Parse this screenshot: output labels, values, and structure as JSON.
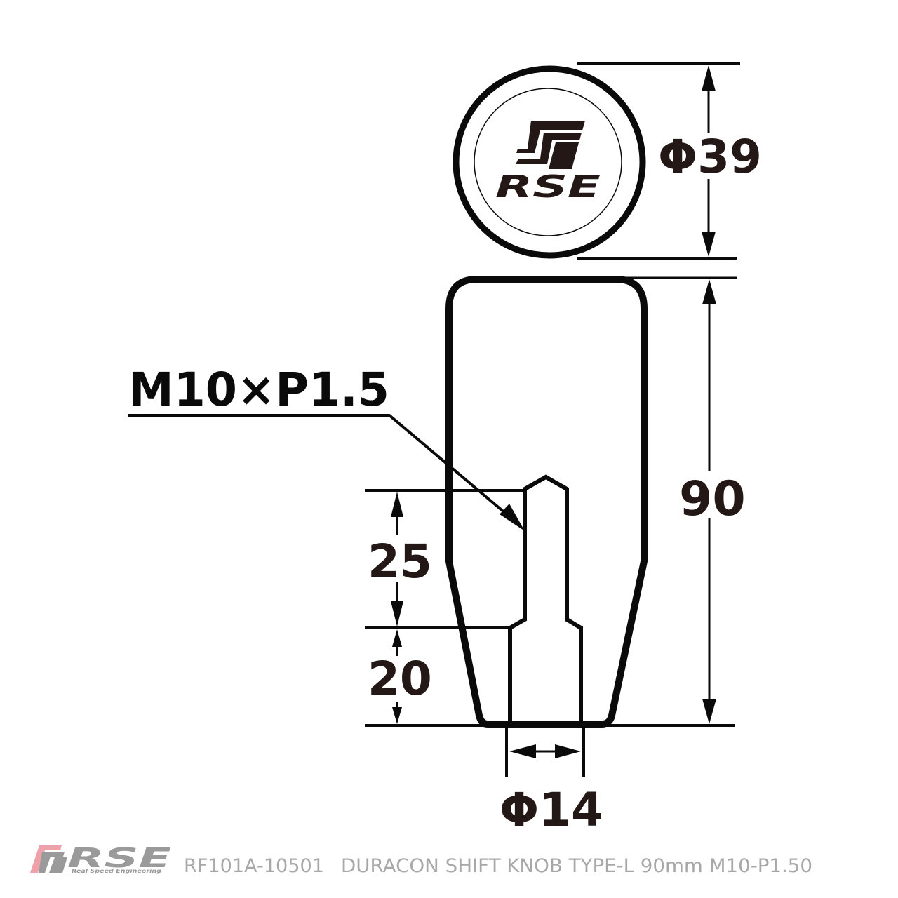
{
  "drawing": {
    "title": "RF101A-10501 DURACON SHIFT KNOB TYPE-L 90mm M10-P1.50",
    "top_view": {
      "logo_text": "RSE",
      "diameter_label": "Φ39"
    },
    "side_view": {
      "thread_callout": "M10×P1.5",
      "overall_height_label": "90",
      "thread_depth_label": "25",
      "counterbore_depth_label": "20",
      "bore_diameter_label": "Φ14"
    },
    "dimensions_mm": {
      "knob_diameter": 39,
      "overall_height": 90,
      "thread_depth": 25,
      "counterbore_depth": 20,
      "bore_diameter": 14,
      "thread": "M10×P1.5"
    }
  },
  "footer": {
    "brand": "RSE",
    "brand_tagline": "Real Speed Engineering",
    "part_number": "RF101A-10501",
    "description": "DURACON SHIFT KNOB TYPE-L 90mm M10-P1.50"
  },
  "colors": {
    "line": "#0a0a0a",
    "dim_text": "#231815",
    "footer_gray": "#a8a8a8",
    "brand_pink": "#f0a0a8"
  }
}
